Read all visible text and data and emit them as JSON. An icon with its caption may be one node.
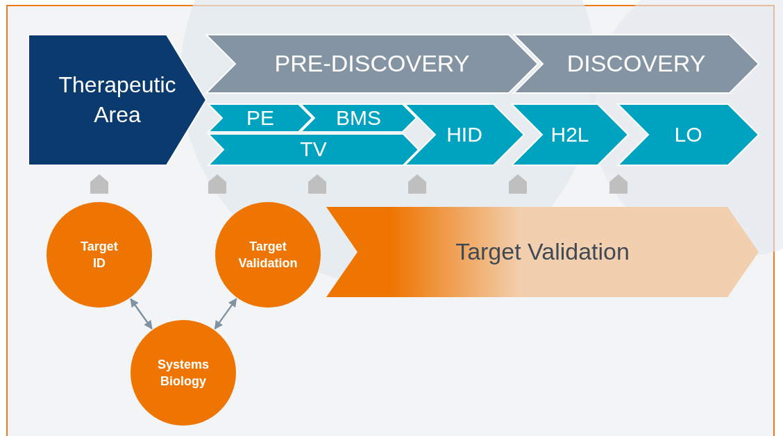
{
  "diagram": {
    "nodes": [
      {
        "text": [
          "Therapeutic Area"
        ]
      },
      {
        "text": [
          "PRE-DISCOVERY"
        ]
      },
      {
        "text": [
          "DISCOVERY"
        ]
      },
      {
        "text": [
          "PE"
        ]
      },
      {
        "text": [
          "BMS"
        ]
      },
      {
        "text": [
          "TV"
        ]
      },
      {
        "text": [
          "HID"
        ]
      },
      {
        "text": [
          "H2L"
        ]
      },
      {
        "text": [
          "LO"
        ]
      },
      {
        "text": [
          "Target ID"
        ]
      },
      {
        "text": [
          "Target Validation"
        ]
      },
      {
        "text": [
          "Systems Biology"
        ]
      },
      {
        "text": [
          "Target Validation"
        ]
      }
    ],
    "edges": [
      {
        "from": 9,
        "to": 11,
        "arrow": "both"
      },
      {
        "from": 10,
        "to": 11,
        "arrow": "both"
      }
    ]
  }
}
